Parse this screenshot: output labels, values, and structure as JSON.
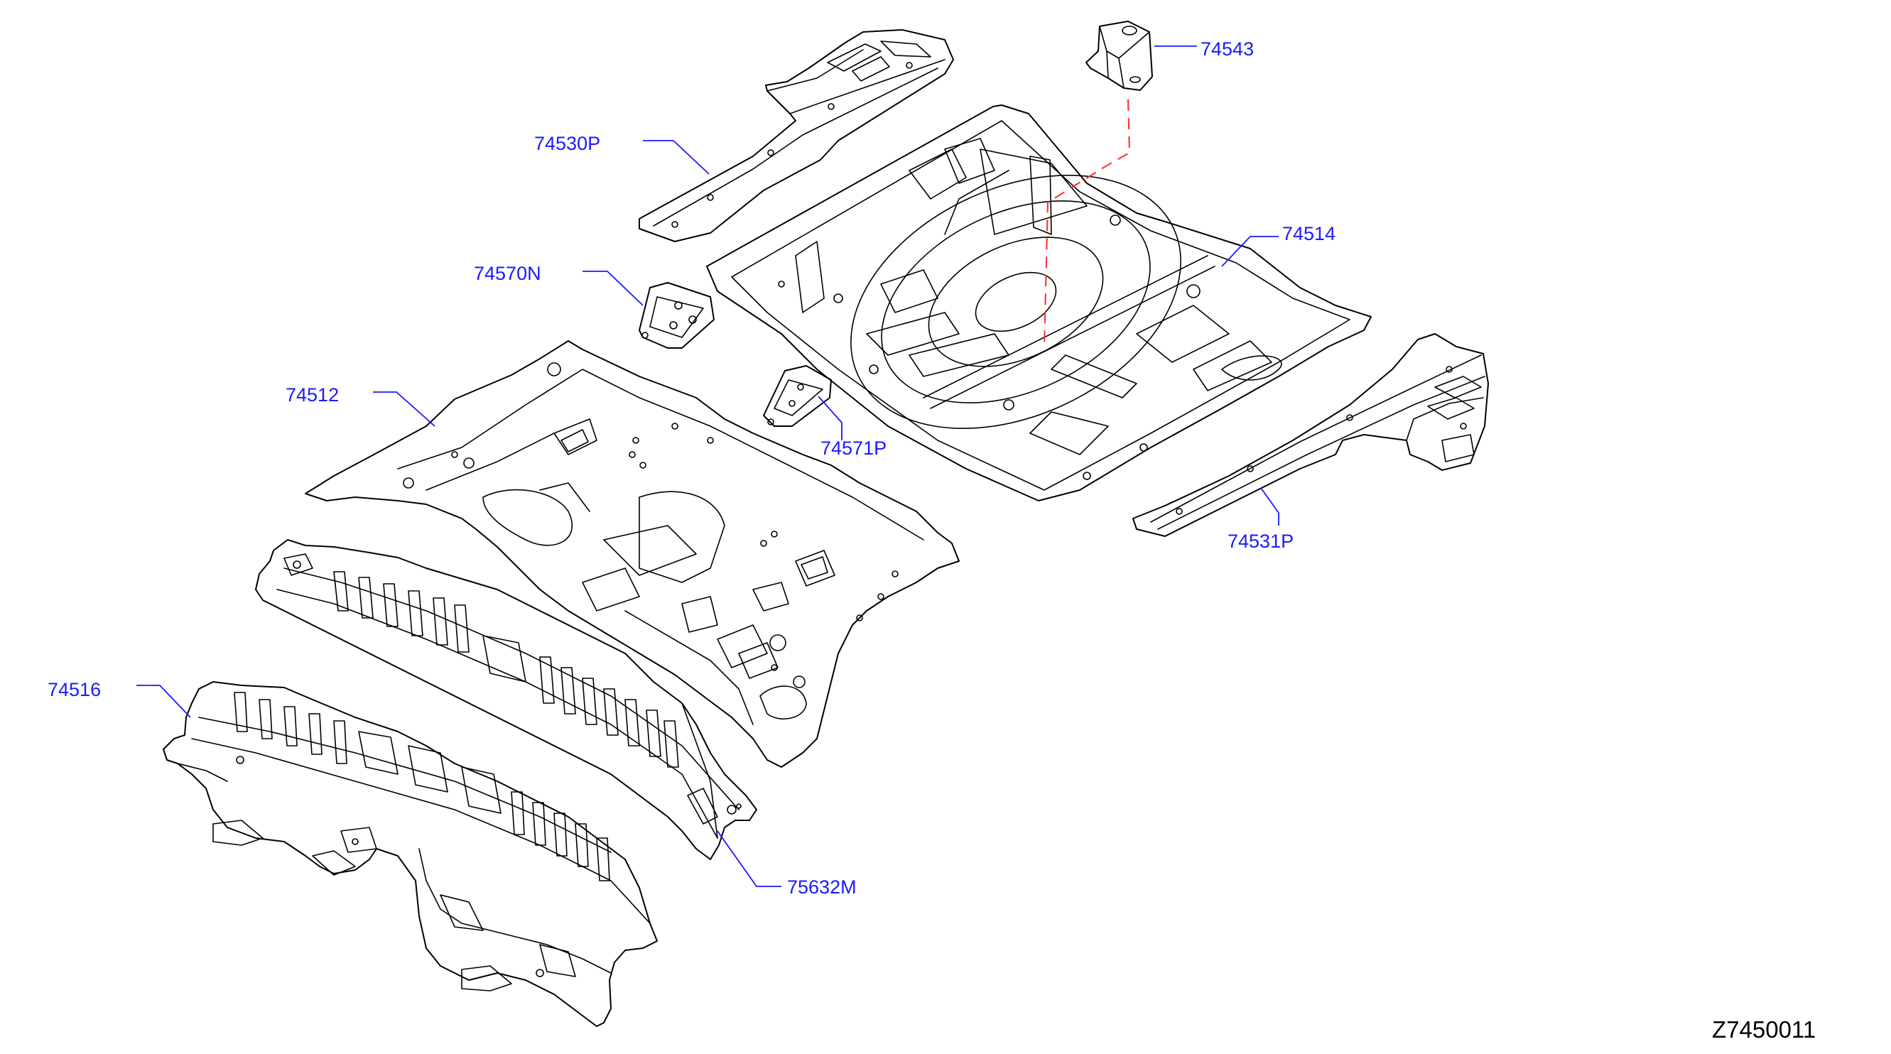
{
  "diagram": {
    "reference_code": "Z7450011",
    "colors": {
      "label": "#1a1aff",
      "line": "#000000",
      "dashed_link": "#ff2a2a"
    },
    "parts": [
      {
        "id": "p74543",
        "part_number": "74543"
      },
      {
        "id": "p74530P",
        "part_number": "74530P"
      },
      {
        "id": "p74514",
        "part_number": "74514"
      },
      {
        "id": "p74570N",
        "part_number": "74570N"
      },
      {
        "id": "p74512",
        "part_number": "74512"
      },
      {
        "id": "p74571P",
        "part_number": "74571P"
      },
      {
        "id": "p74531P",
        "part_number": "74531P"
      },
      {
        "id": "p74516",
        "part_number": "74516"
      },
      {
        "id": "p75632M",
        "part_number": "75632M"
      }
    ]
  }
}
